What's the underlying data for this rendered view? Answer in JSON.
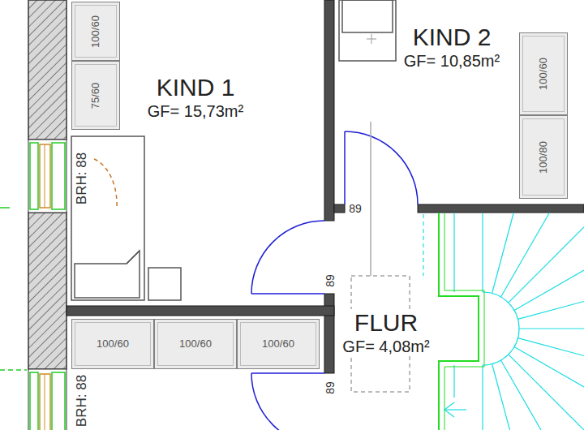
{
  "diagram": {
    "nodes": [
      {
        "text": [
          "KIND 1",
          "GF= 15,73m²"
        ]
      },
      {
        "text": [
          "KIND 2",
          "GF= 10,85m²"
        ]
      },
      {
        "text": [
          "FLUR",
          "GF= 4,08m²"
        ]
      },
      {
        "text": [
          "100/60"
        ],
        "in": 0
      },
      {
        "text": [
          "75/60"
        ],
        "in": 0
      },
      {
        "text": [
          "100/60"
        ]
      },
      {
        "text": [
          "100/60"
        ]
      },
      {
        "text": [
          "100/60"
        ]
      },
      {
        "text": [
          "100/60"
        ],
        "in": 1
      },
      {
        "text": [
          "100/80"
        ],
        "in": 1
      }
    ],
    "labels": [
      "BRH: 88",
      "BRH: 88",
      "89",
      "89",
      "89"
    ]
  }
}
